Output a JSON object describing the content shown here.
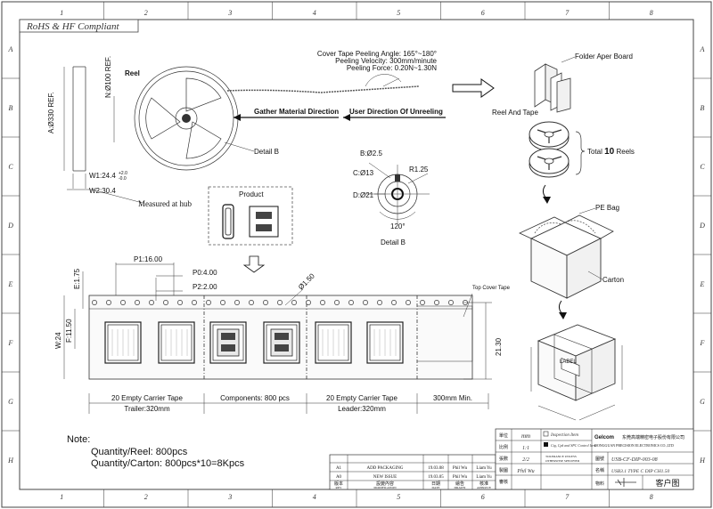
{
  "compliance": "RoHS & HF Compliant",
  "grid": {
    "columns": [
      "1",
      "2",
      "3",
      "4",
      "5",
      "6",
      "7",
      "8"
    ],
    "rows": [
      "A",
      "B",
      "C",
      "D",
      "E",
      "F",
      "G",
      "H"
    ]
  },
  "peeling": {
    "angle": "Cover Tape Peeling Angle: 165°~180°",
    "velocity": "Peeling Velocity: 300mm/minute",
    "force": "Peeling Force: 0.20N~1.30N"
  },
  "reel": {
    "label": "Reel",
    "gather_direction": "Gather Material Direction",
    "unreeling_direction": "User Direction Of Unreeling",
    "detail_label": "Detail B",
    "dia_outer": "A:Ø330 REF.",
    "dia_hub": "N:Ø100 REF.",
    "w1": "W1:24.4",
    "w1_tol_plus": "+2.0",
    "w1_tol_minus": "-0.0",
    "w2": "W2:30.4",
    "measured": "Measured at hub"
  },
  "detail_b": {
    "b": "B:Ø2.5",
    "c": "C:Ø13",
    "d": "D:Ø21",
    "r": "R1.25",
    "angle": "120°",
    "title": "Detail B"
  },
  "product_label": "Product",
  "packaging": {
    "folder": "Folder Aper Board",
    "reel_tape": "Reel And Tape",
    "total_prefix": "Total ",
    "total_count": "10",
    "total_suffix": " Reels",
    "pe_bag": "PE Bag",
    "carton": "Carton",
    "box_label": "LABEL"
  },
  "tape": {
    "p1": "P1:16.00",
    "p0": "P0:4.00",
    "p2": "P2:2.00",
    "e": "E:1.75",
    "f": "F:11.50",
    "w": "W:24",
    "hole": "Ø1.50",
    "cover_tape": "Top Cover Tape",
    "height": "21.30",
    "seg_empty_trailer": "20 Empty Carrier Tape",
    "seg_components": "Components: 800 pcs",
    "seg_empty_leader": "20 Empty Carrier Tape",
    "seg_min": "300mm Min.",
    "trailer": "Trailer:320mm",
    "leader": "Leader:320mm"
  },
  "note": {
    "title": "Note:",
    "line1": "Quantity/Reel:  800pcs",
    "line2": "Quantity/Carton:  800pcs*10=8Kpcs"
  },
  "title_block": {
    "unit_label": "單位",
    "unit_value": "mm",
    "scale_label": "比例",
    "scale_value": "1:1",
    "sheet_label": "張數",
    "sheet_value": "2/2",
    "drawn_label": "製圖",
    "drawn_value": "Phil Wu",
    "check_label": "審核",
    "legend1": "Inspection Item",
    "legend2": "Ctg, Cpk and SPC Control Item",
    "tol1": "TOLERANCE UNLESS",
    "tol2": "OTHERWISE SPECIFIED",
    "company_logo": "Gelcom",
    "company_cn": "东莞高端精密电子股份有限公司",
    "company_en": "DONGGUAN PRECISION ELECTRONICS CO.,LTD",
    "drawing_no_label": "圖號",
    "drawing_no": "USB-CF-DIP-003-08",
    "name_label": "名稱",
    "name": "USB3.1 TYPE C DIP CH1.50",
    "material_label": "物料",
    "customer_label": "客户图",
    "rev_rows": [
      {
        "rev": "A1",
        "mod": "ADD PACKAGING",
        "date": "19.03.08",
        "drawn": "Phil Wu",
        "check": "Liam Yu"
      },
      {
        "rev": "A0",
        "mod": "NEW ISSUE",
        "date": "19.03.05",
        "drawn": "Phil Wu",
        "check": "Liam Yu"
      }
    ],
    "rev_header": {
      "rev": "版本",
      "mod": "設變內容",
      "date": "日期",
      "drawn": "繪告",
      "check": "核准"
    },
    "rev_header_en": {
      "rev": "REV",
      "mod": "MODIFICATION",
      "date": "DATE",
      "drawn": "DRAWN",
      "check": "APPROVE"
    }
  },
  "colors": {
    "line": "#333333",
    "text": "#111111",
    "fill": "#fafafa"
  }
}
